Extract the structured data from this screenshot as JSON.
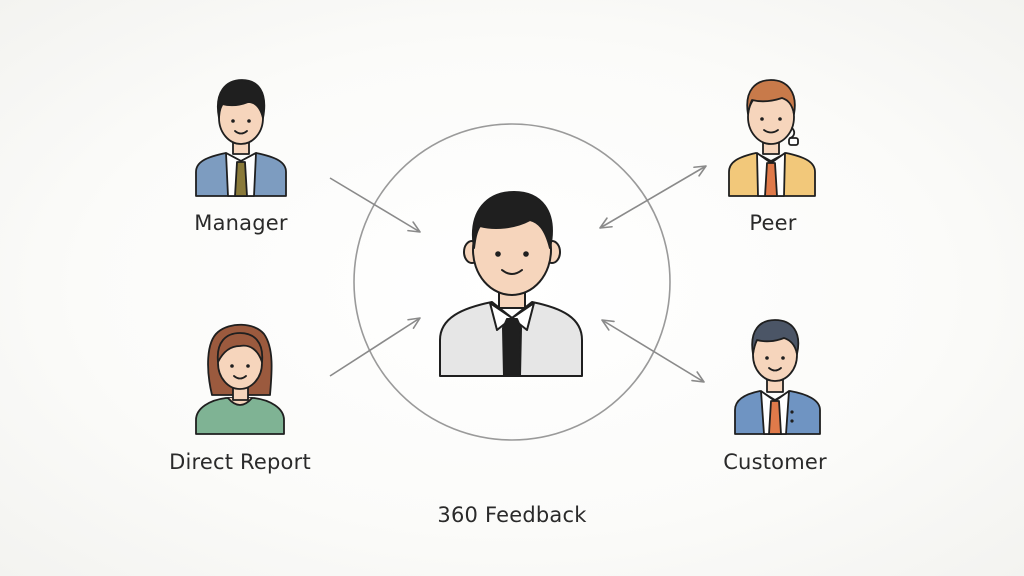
{
  "diagram": {
    "center_label": "360 Feedback",
    "nodes": {
      "manager": {
        "label": "Manager",
        "arrow": "toward-center"
      },
      "peer": {
        "label": "Peer",
        "arrow": "bidirectional"
      },
      "direct_report": {
        "label": "Direct Report",
        "arrow": "toward-center"
      },
      "customer": {
        "label": "Customer",
        "arrow": "bidirectional"
      }
    },
    "colors": {
      "line": "#8a8a8a",
      "skin": "#f6d5bc",
      "manager_jacket": "#7d9cc0",
      "manager_tie": "#8a7a3a",
      "peer_jacket": "#f2c87a",
      "peer_tie": "#e07a4a",
      "direct_report_top": "#7fb394",
      "customer_jacket": "#6f94c2",
      "customer_tie": "#e07a4a",
      "center_shirt": "#e6e6e6",
      "center_tie": "#1f1f1f",
      "hair_dark": "#1f1f1f",
      "hair_brown": "#9b5a3e",
      "hair_ginger": "#c87a4a",
      "hair_slate": "#4b5566"
    }
  }
}
